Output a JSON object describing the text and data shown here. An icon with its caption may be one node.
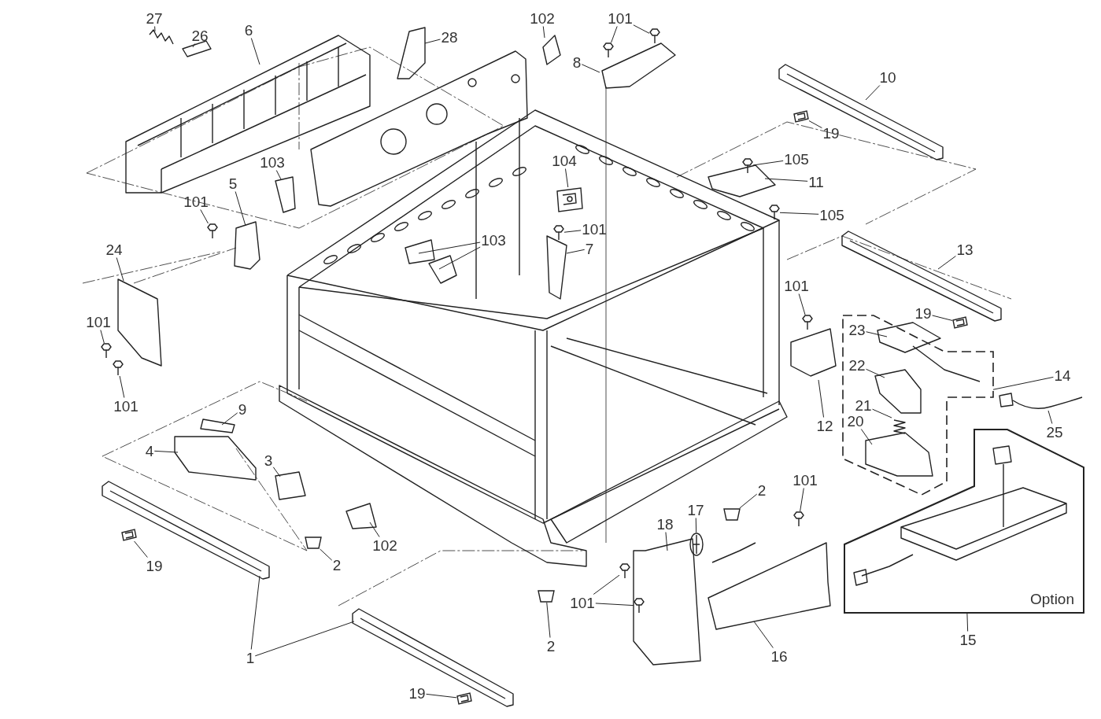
{
  "diagram": {
    "nodes": [
      {
        "text": [
          "27"
        ]
      },
      {
        "text": [
          "26"
        ]
      },
      {
        "text": [
          "6"
        ]
      },
      {
        "text": [
          "28"
        ]
      },
      {
        "text": [
          "102"
        ]
      },
      {
        "text": [
          "101"
        ]
      },
      {
        "text": [
          "8"
        ]
      },
      {
        "text": [
          "10"
        ]
      },
      {
        "text": [
          "19"
        ]
      },
      {
        "text": [
          "105"
        ]
      },
      {
        "text": [
          "11"
        ]
      },
      {
        "text": [
          "105"
        ]
      },
      {
        "text": [
          "103"
        ]
      },
      {
        "text": [
          "104"
        ]
      },
      {
        "text": [
          "101"
        ]
      },
      {
        "text": [
          "5"
        ]
      },
      {
        "text": [
          "101"
        ]
      },
      {
        "text": [
          "103"
        ]
      },
      {
        "text": [
          "7"
        ]
      },
      {
        "text": [
          "24"
        ]
      },
      {
        "text": [
          "13"
        ]
      },
      {
        "text": [
          "101"
        ]
      },
      {
        "text": [
          "101"
        ]
      },
      {
        "text": [
          "19"
        ]
      },
      {
        "text": [],
        "shape": "box"
      },
      {
        "text": [
          "23"
        ],
        "in": 24
      },
      {
        "text": [
          "14"
        ]
      },
      {
        "text": [
          "22"
        ],
        "in": 24
      },
      {
        "text": [
          "101"
        ]
      },
      {
        "text": [
          "9"
        ]
      },
      {
        "text": [
          "21"
        ],
        "in": 24
      },
      {
        "text": [
          "20"
        ],
        "in": 24
      },
      {
        "text": [
          "12"
        ]
      },
      {
        "text": [
          "25"
        ]
      },
      {
        "text": [
          "4"
        ]
      },
      {
        "text": [
          "3"
        ]
      },
      {
        "text": [
          "2"
        ]
      },
      {
        "text": [
          "101"
        ]
      },
      {
        "text": [
          "18"
        ]
      },
      {
        "text": [
          "17"
        ]
      },
      {
        "text": [
          "102"
        ]
      },
      {
        "text": [
          "2"
        ]
      },
      {
        "text": [
          "19"
        ]
      },
      {
        "text": [
          "101"
        ]
      },
      {
        "text": [
          "2"
        ]
      },
      {
        "text": [
          "16"
        ]
      },
      {
        "text": [
          "15"
        ]
      },
      {
        "text": [
          "1"
        ]
      },
      {
        "text": [
          "19"
        ]
      },
      {
        "text": [
          "Option"
        ]
      },
      {
        "text": [],
        "shape": "picture"
      },
      {
        "text": [],
        "shape": "picture"
      },
      {
        "text": [],
        "shape": "picture"
      },
      {
        "text": [],
        "shape": "picture"
      },
      {
        "text": [],
        "shape": "picture"
      },
      {
        "text": [],
        "shape": "picture"
      },
      {
        "text": [],
        "shape": "picture"
      },
      {
        "text": [],
        "shape": "picture"
      },
      {
        "text": [],
        "shape": "picture"
      },
      {
        "text": [],
        "shape": "picture"
      },
      {
        "text": [],
        "shape": "picture"
      },
      {
        "text": [],
        "shape": "picture"
      },
      {
        "text": [],
        "shape": "picture"
      },
      {
        "text": [],
        "shape": "picture"
      },
      {
        "text": [],
        "shape": "picture"
      },
      {
        "text": [],
        "shape": "picture"
      },
      {
        "text": [],
        "shape": "picture"
      },
      {
        "text": [],
        "shape": "picture"
      },
      {
        "text": [],
        "shape": "picture"
      },
      {
        "text": [],
        "shape": "picture"
      },
      {
        "text": [],
        "shape": "picture"
      }
    ],
    "edges": [
      {
        "from": 0,
        "to": null,
        "arrow": "none"
      },
      {
        "from": 1,
        "to": null,
        "arrow": "none"
      },
      {
        "from": 2,
        "to": null,
        "arrow": "none"
      },
      {
        "from": 3,
        "to": null,
        "arrow": "none"
      },
      {
        "from": 4,
        "to": null,
        "arrow": "none"
      },
      {
        "from": 5,
        "to": 50,
        "arrow": "none"
      },
      {
        "from": 6,
        "to": null,
        "arrow": "none"
      },
      {
        "from": 7,
        "to": null,
        "arrow": "none"
      },
      {
        "from": 8,
        "to": 52,
        "arrow": "none"
      },
      {
        "from": 9,
        "to": 53,
        "arrow": "none"
      },
      {
        "from": 10,
        "to": null,
        "arrow": "none"
      },
      {
        "from": 11,
        "to": 54,
        "arrow": "none"
      },
      {
        "from": 12,
        "to": null,
        "arrow": "none"
      },
      {
        "from": 13,
        "to": 55,
        "arrow": "none"
      },
      {
        "from": 14,
        "to": 56,
        "arrow": "none"
      },
      {
        "from": 15,
        "to": null,
        "arrow": "none"
      },
      {
        "from": 16,
        "to": 57,
        "arrow": "none"
      },
      {
        "from": 17,
        "to": null,
        "arrow": "none"
      },
      {
        "from": 18,
        "to": null,
        "arrow": "none"
      },
      {
        "from": 19,
        "to": null,
        "arrow": "none"
      },
      {
        "from": 20,
        "to": null,
        "arrow": "none"
      },
      {
        "from": 21,
        "to": 58,
        "arrow": "none"
      },
      {
        "from": 22,
        "to": 59,
        "arrow": "none"
      },
      {
        "from": 23,
        "to": 60,
        "arrow": "none"
      },
      {
        "from": 25,
        "to": null,
        "arrow": "none"
      },
      {
        "from": 26,
        "to": 24,
        "arrow": "none"
      },
      {
        "from": 27,
        "to": null,
        "arrow": "none"
      },
      {
        "from": 28,
        "to": 61,
        "arrow": "none"
      },
      {
        "from": 29,
        "to": null,
        "arrow": "none"
      },
      {
        "from": 30,
        "to": null,
        "arrow": "none"
      },
      {
        "from": 31,
        "to": null,
        "arrow": "none"
      },
      {
        "from": 32,
        "to": null,
        "arrow": "none"
      },
      {
        "from": 33,
        "to": null,
        "arrow": "none"
      },
      {
        "from": 34,
        "to": null,
        "arrow": "none"
      },
      {
        "from": 35,
        "to": null,
        "arrow": "none"
      },
      {
        "from": 36,
        "to": 62,
        "arrow": "none"
      },
      {
        "from": 37,
        "to": 63,
        "arrow": "none"
      },
      {
        "from": 38,
        "to": null,
        "arrow": "none"
      },
      {
        "from": 39,
        "to": 64,
        "arrow": "none"
      },
      {
        "from": 40,
        "to": null,
        "arrow": "none"
      },
      {
        "from": 41,
        "to": 65,
        "arrow": "none"
      },
      {
        "from": 42,
        "to": 66,
        "arrow": "none"
      },
      {
        "from": 43,
        "to": 67,
        "arrow": "none"
      },
      {
        "from": 44,
        "to": 68,
        "arrow": "none"
      },
      {
        "from": 45,
        "to": null,
        "arrow": "none"
      },
      {
        "from": 46,
        "to": 49,
        "arrow": "none"
      },
      {
        "from": 47,
        "to": null,
        "arrow": "none"
      },
      {
        "from": 48,
        "to": 69,
        "arrow": "none"
      },
      {
        "from": 5,
        "to": 51,
        "arrow": "none"
      },
      {
        "from": 17,
        "to": null,
        "arrow": "none"
      },
      {
        "from": 43,
        "to": 70,
        "arrow": "none"
      },
      {
        "from": 47,
        "to": null,
        "arrow": "none"
      }
    ]
  }
}
